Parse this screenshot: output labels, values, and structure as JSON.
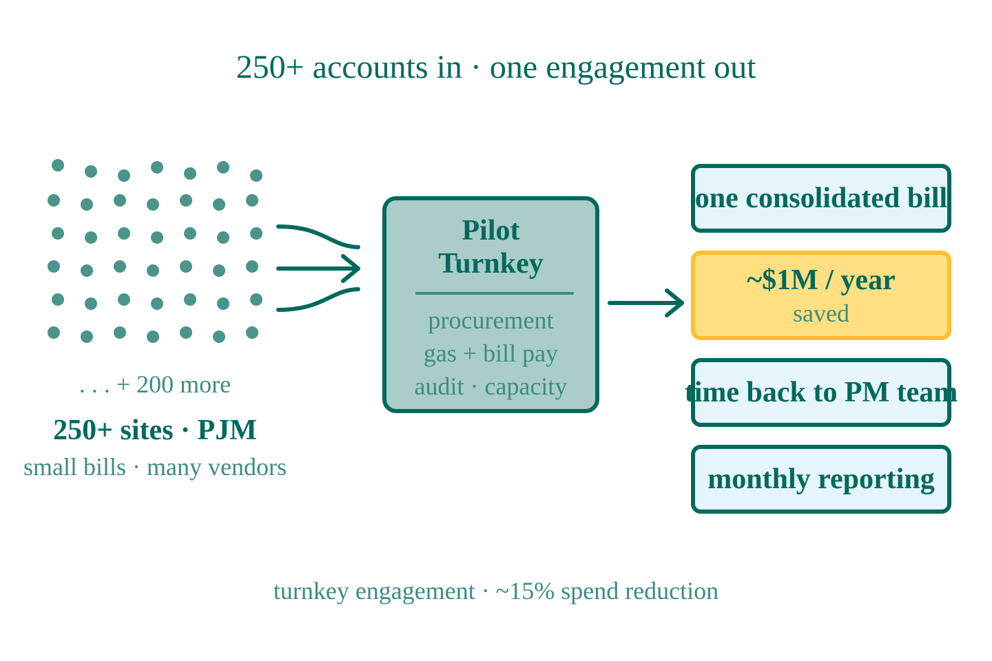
{
  "title": "250+ accounts in · one engagement out",
  "sources": {
    "dot_count": 42,
    "more_label": ". . . + 200 more",
    "sites_label": "250+ sites · PJM",
    "vendors_label": "small bills · many vendors"
  },
  "engagement": {
    "title_line1": "Pilot",
    "title_line2": "Turnkey",
    "services": [
      "procurement",
      "gas + bill pay",
      "audit · capacity"
    ]
  },
  "outcomes": {
    "bill": "one consolidated bill",
    "savings_main": "~$1M / year",
    "savings_sub": "saved",
    "time": "time back to PM team",
    "reporting": "monthly reporting"
  },
  "footer": "turnkey engagement · ~15% spend reduction",
  "colors": {
    "primary": "#00695c",
    "secondary": "#3c8c80",
    "box_fill": "#aacdc9",
    "outcome_fill": "#e6f4fb",
    "highlight_border": "#fbc02d",
    "highlight_fill": "#ffdf82"
  }
}
